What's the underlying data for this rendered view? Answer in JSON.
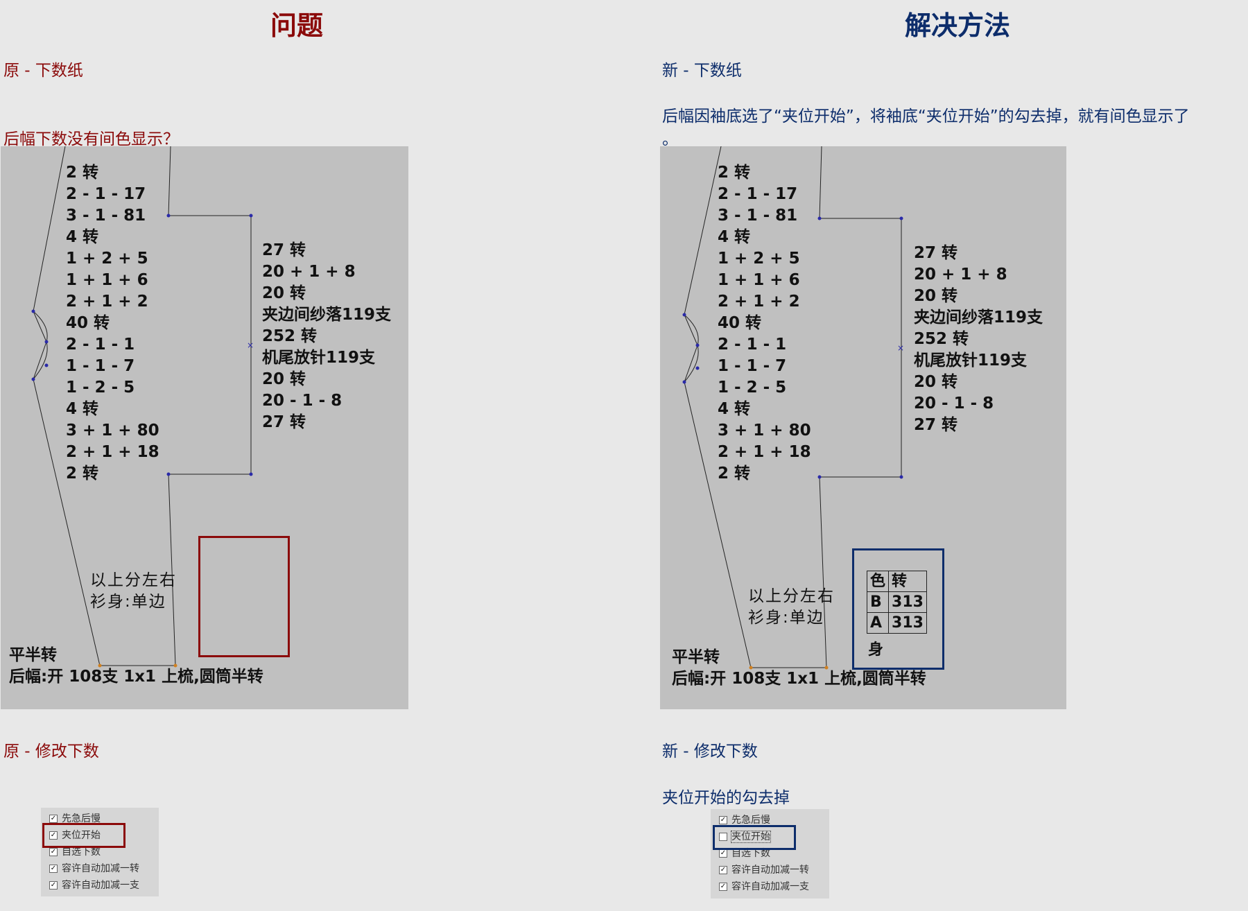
{
  "left": {
    "heading": "问题",
    "label_top": "原 - 下数纸",
    "question": "后幅下数没有间色显示？",
    "pattern": {
      "left_column": [
        "2 转",
        "2 - 1 - 17",
        "3 - 1 - 81",
        "4 转",
        "1 + 2 + 5",
        "1 + 1 + 6",
        "2 + 1 + 2",
        "40 转",
        "2 - 1 - 1",
        "1 - 1 - 7",
        "1 - 2 - 5",
        "4 转",
        "3 + 1 + 80",
        "2 + 1 + 18",
        "2 转"
      ],
      "right_column": [
        "27 转",
        "20 + 1 + 8",
        "20 转",
        "夹边间纱落119支",
        "252 转",
        "机尾放针119支",
        "20 转",
        "20 - 1 - 8",
        "27 转"
      ],
      "note_line1": "以上分左右",
      "note_line2": "衫身:单边",
      "footer_line1": "平半转",
      "footer_line2": "后幅:开 108支 1x1 上梳,圆筒半转"
    },
    "label_bottom": "原 - 修改下数",
    "checkboxes": [
      {
        "label": "先急后慢",
        "checked": true
      },
      {
        "label": "夹位开始",
        "checked": true
      },
      {
        "label": "自选下数",
        "checked": true
      },
      {
        "label": "容许自动加减一转",
        "checked": true
      },
      {
        "label": "容许自动加减一支",
        "checked": true
      }
    ]
  },
  "right": {
    "heading": "解决方法",
    "label_top": "新 - 下数纸",
    "solution_line1": "后幅因袖底选了“夹位开始”，将袖底“夹位开始”的勾去掉，就有间色显示了",
    "solution_line2": "。",
    "pattern": {
      "left_column": [
        "2 转",
        "2 - 1 - 17",
        "3 - 1 - 81",
        "4 转",
        "1 + 2 + 5",
        "1 + 1 + 6",
        "2 + 1 + 2",
        "40 转",
        "2 - 1 - 1",
        "1 - 1 - 7",
        "1 - 2 - 5",
        "4 转",
        "3 + 1 + 80",
        "2 + 1 + 18",
        "2 转"
      ],
      "right_column": [
        "27 转",
        "20 + 1 + 8",
        "20 转",
        "夹边间纱落119支",
        "252 转",
        "机尾放针119支",
        "20 转",
        "20 - 1 - 8",
        "27 转"
      ],
      "note_line1": "以上分左右",
      "note_line2": "衫身:单边",
      "footer_line1": "平半转",
      "footer_line2": "后幅:开 108支 1x1 上梳,圆筒半转",
      "color_table": {
        "header": [
          "色",
          "转"
        ],
        "rows": [
          [
            "B",
            "313"
          ],
          [
            "A",
            "313"
          ]
        ],
        "footer": "身"
      }
    },
    "label_bottom": "新 - 修改下数",
    "instruction": "夹位开始的勾去掉",
    "checkboxes": [
      {
        "label": "先急后慢",
        "checked": true
      },
      {
        "label": "夹位开始",
        "checked": false
      },
      {
        "label": "自选下数",
        "checked": true
      },
      {
        "label": "容许自动加减一转",
        "checked": true
      },
      {
        "label": "容许自动加减一支",
        "checked": true
      }
    ]
  },
  "colors": {
    "problem_red": "#8b0a0a",
    "solution_blue": "#0d2d6b",
    "panel_gray": "#c0c0c0"
  }
}
